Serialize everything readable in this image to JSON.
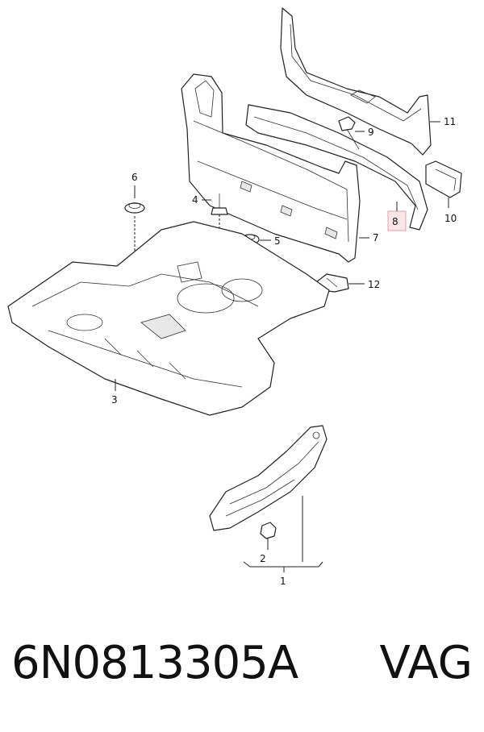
{
  "callouts": {
    "c1": "1",
    "c2": "2",
    "c3": "3",
    "c4": "4",
    "c5": "5",
    "c6": "6",
    "c7": "7",
    "c8": "8",
    "c9": "9",
    "c10": "10",
    "c11": "11",
    "c12": "12"
  },
  "highlighted_callout": "8",
  "footer": {
    "part_number": "6N0813305A",
    "brand": "VAG"
  }
}
